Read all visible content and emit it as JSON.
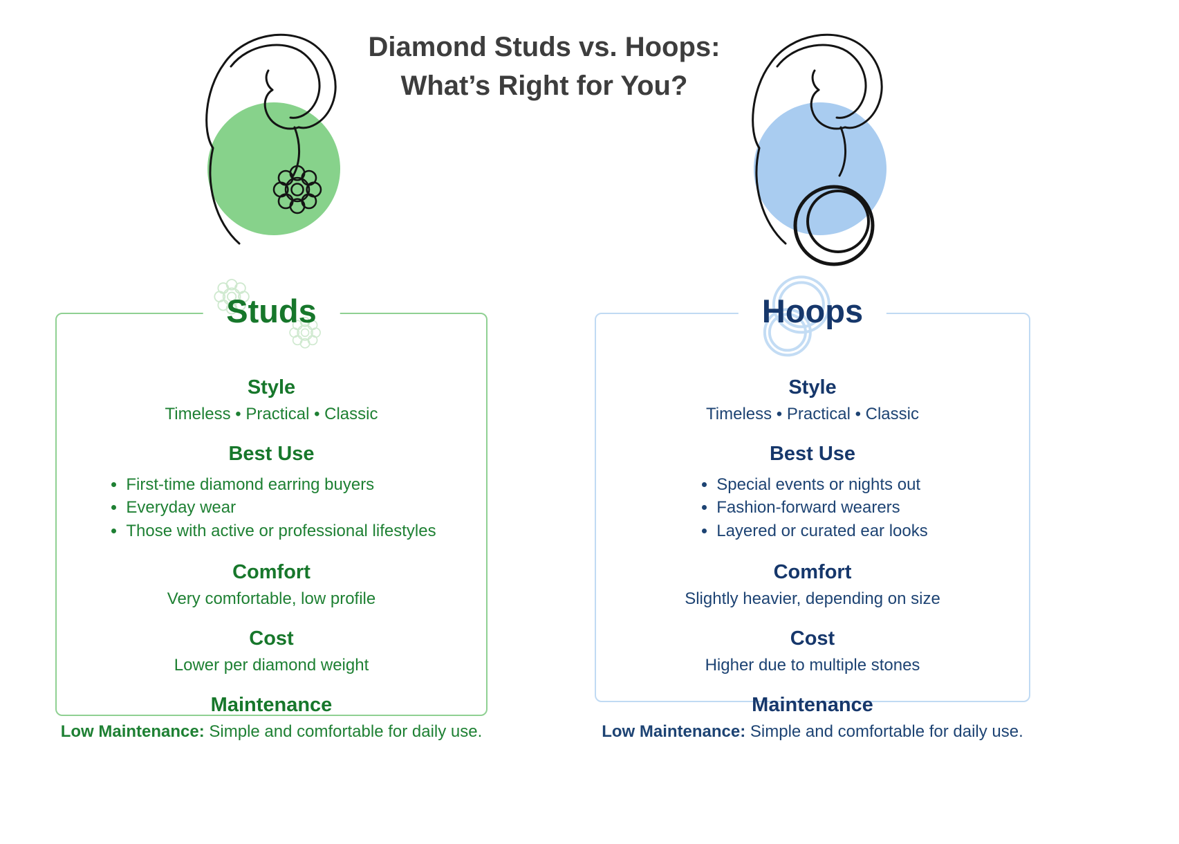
{
  "page_title": {
    "line1": "Diamond Studs vs. Hoops:",
    "line2": "What’s Right for You?"
  },
  "colors": {
    "title_text": "#3d3d3d",
    "studs_heading": "#17772b",
    "studs_body": "#1e8033",
    "studs_border": "#8fd092",
    "studs_circle": "#87d28b",
    "studs_decoration": "#cfe9cf",
    "hoops_heading": "#16376b",
    "hoops_body": "#1d4373",
    "hoops_border": "#c0daf3",
    "hoops_circle": "#a9ccf0",
    "hoops_decoration": "#c3dcf4",
    "line_art": "#141414"
  },
  "icons": {
    "hero_left": "ear-with-diamond-stud-icon",
    "hero_right": "ear-with-hoop-icon",
    "studs_title_decoration": "diamond-studs-outline-icon",
    "hoops_title_decoration": "hoops-outline-icon"
  },
  "cards": [
    {
      "title": "Studs",
      "sections": {
        "style": {
          "heading": "Style",
          "text": "Timeless • Practical • Classic"
        },
        "best_use": {
          "heading": "Best Use",
          "items": [
            "First-time diamond earring buyers",
            "Everyday wear",
            "Those with active or professional lifestyles"
          ]
        },
        "comfort": {
          "heading": "Comfort",
          "text": "Very comfortable, low profile"
        },
        "cost": {
          "heading": "Cost",
          "text": "Lower per diamond weight"
        },
        "maintenance": {
          "heading": "Maintenance",
          "bold": "Low Maintenance:",
          "text": "Simple and comfortable for daily use."
        }
      }
    },
    {
      "title": "Hoops",
      "sections": {
        "style": {
          "heading": "Style",
          "text": "Timeless • Practical • Classic"
        },
        "best_use": {
          "heading": "Best Use",
          "items": [
            "Special events or nights out",
            "Fashion-forward wearers",
            "Layered or curated ear looks"
          ]
        },
        "comfort": {
          "heading": "Comfort",
          "text": "Slightly heavier, depending on size"
        },
        "cost": {
          "heading": "Cost",
          "text": "Higher due to multiple stones"
        },
        "maintenance": {
          "heading": "Maintenance",
          "bold": "Low Maintenance:",
          "text": "Simple and comfortable for daily use."
        }
      }
    }
  ]
}
